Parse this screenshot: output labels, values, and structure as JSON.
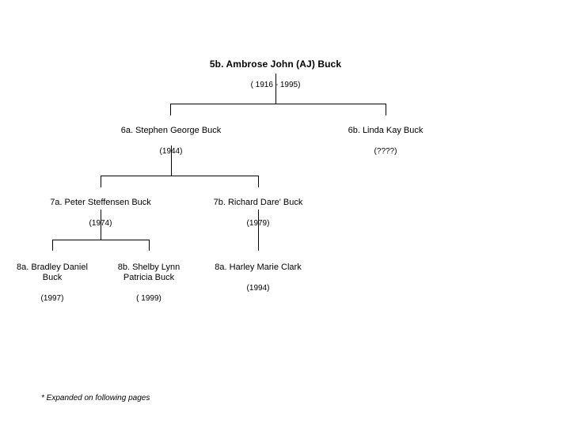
{
  "chart_title": "5b. Ambrose John (AJ) Buck",
  "nodes": {
    "root": {
      "name": "5b. Ambrose John (AJ) Buck",
      "years": "( 1916  -  1995)"
    },
    "gen2_a": {
      "name": "6a. Stephen George Buck",
      "years": "(1944)"
    },
    "gen2_b": {
      "name": "6b. Linda Kay Buck",
      "years": "(????)"
    },
    "gen3_a": {
      "name": "7a. Peter Steffensen Buck",
      "years": "(1974)"
    },
    "gen3_b": {
      "name": "7b. Richard Dare' Buck",
      "years": "(1979)"
    },
    "gen4_a": {
      "name": "8a. Bradley Daniel\nBuck",
      "years": "(1997)"
    },
    "gen4_b": {
      "name": "8b. Shelby Lynn\nPatricia Buck",
      "years": "( 1999)"
    },
    "gen4_c": {
      "name": "8a. Harley Marie Clark",
      "years": "(1994)"
    }
  },
  "footnote": {
    "text": "* Expanded on following pages"
  },
  "colors": {
    "background": "#ffffff",
    "text": "#000000",
    "line": "#000000"
  }
}
